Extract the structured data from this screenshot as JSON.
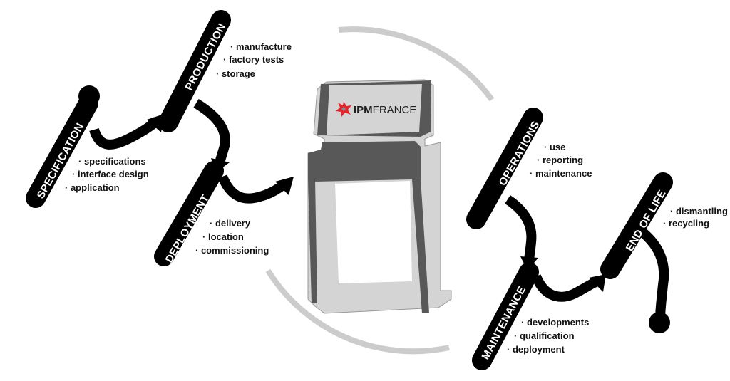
{
  "logo": {
    "bold": "IPM",
    "light": "FRANCE",
    "color": "#e0262c"
  },
  "colors": {
    "phase_band": "#000000",
    "circle": "#cccccc",
    "kiosk_dark": "#585858",
    "kiosk_light": "#d4d4d4"
  },
  "phases": [
    {
      "name": "SPECIFICATION",
      "items": [
        "specifications",
        "interface design",
        "application"
      ]
    },
    {
      "name": "PRODUCTION",
      "items": [
        "manufacture",
        "factory tests",
        "storage"
      ]
    },
    {
      "name": "DEPLOYMENT",
      "items": [
        "delivery",
        "location",
        "commissioning"
      ]
    },
    {
      "name": "OPERATIONS",
      "items": [
        "use",
        "reporting",
        "maintenance"
      ]
    },
    {
      "name": "MAINTENANCE",
      "items": [
        "developments",
        "qualification",
        "deployment"
      ]
    },
    {
      "name": "END OF LIFE",
      "items": [
        "dismantling",
        "recycling"
      ]
    }
  ]
}
